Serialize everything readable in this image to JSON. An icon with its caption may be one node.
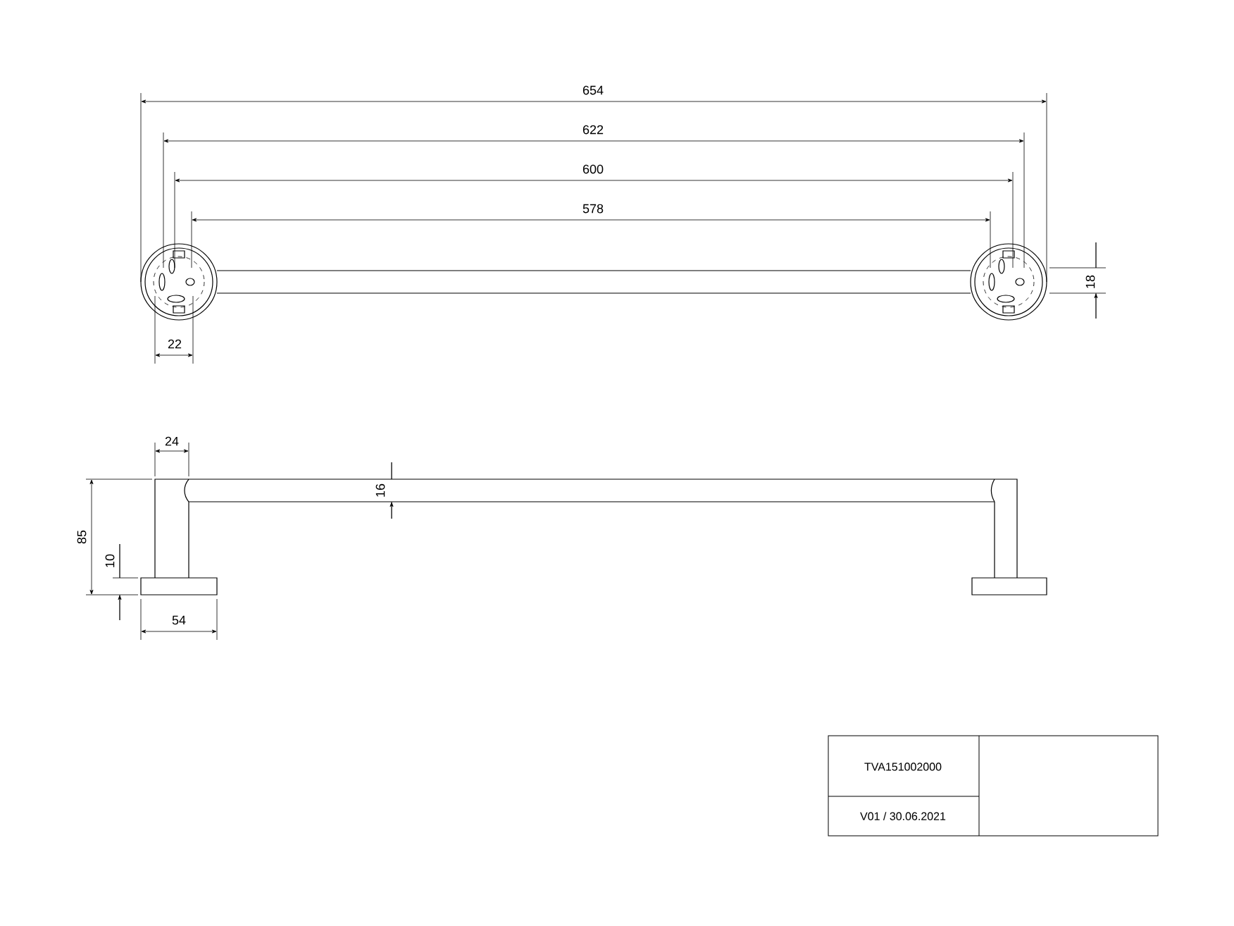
{
  "diagram": {
    "labels": [
      "654",
      "622",
      "600",
      "578",
      "18",
      "22",
      "24",
      "16",
      "85",
      "10",
      "54",
      "TVA151002000",
      "V01 / 30.06.2021"
    ]
  }
}
